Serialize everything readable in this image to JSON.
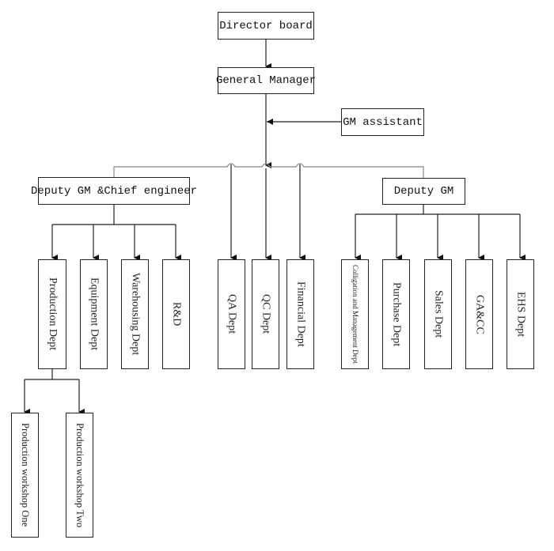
{
  "chart": {
    "top": {
      "director_board": "Director board",
      "general_manager": "General Manager",
      "gm_assistant": "GM assistant"
    },
    "deputy_chief": {
      "label": "Deputy GM &Chief engineer",
      "departments": [
        "Production Dept",
        "Equipment Dept",
        "Warehousing Dept",
        "R&D"
      ],
      "production_workshops": [
        "Production workshop One",
        "Production workshop Two"
      ]
    },
    "direct_departments": [
      "QA Dept",
      "QC Dept",
      "Financial Dept"
    ],
    "deputy_gm": {
      "label": "Deputy GM",
      "departments": [
        "Colligation and Management Dept",
        "Purchase Dept",
        "Sales Dept",
        "GA&CC",
        "EHS Dept"
      ]
    }
  }
}
